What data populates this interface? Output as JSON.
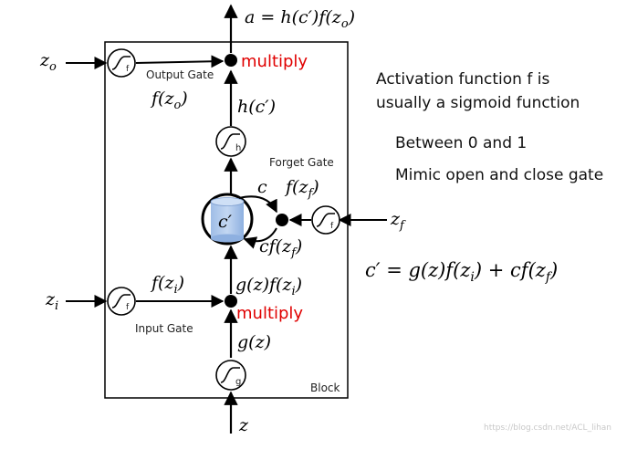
{
  "block": {
    "label": "Block"
  },
  "gates": {
    "output": {
      "label": "Output Gate",
      "glyph": "f",
      "input": "z",
      "input_sub": "o"
    },
    "forget": {
      "label": "Forget Gate",
      "glyph": "f",
      "input": "z",
      "input_sub": "f"
    },
    "input": {
      "label": "Input Gate",
      "glyph": "f",
      "input": "z",
      "input_sub": "i"
    }
  },
  "units": {
    "h": "h",
    "g": "g"
  },
  "labels": {
    "output_top": "a = h(c′)f(z",
    "output_top_sub": "o",
    "output_top_close": ")",
    "multiply_top": "multiply",
    "multiply_bottom": "multiply",
    "f_zo": "f(z",
    "f_zo_sub": "o",
    "f_zo_close": ")",
    "h_c": "h(c′)",
    "c": "c",
    "f_zf": "f(z",
    "f_zf_sub": "f",
    "f_zf_close": ")",
    "cell": "c′",
    "cf_zf": "cf(z",
    "cf_zf_sub": "f",
    "cf_zf_close": ")",
    "f_zi": "f(z",
    "f_zi_sub": "i",
    "f_zi_close": ")",
    "g_f": "g(z)f(z",
    "g_f_sub": "i",
    "g_f_close": ")",
    "g_z": "g(z)",
    "z_bottom": "z"
  },
  "notes": {
    "line1": "Activation function f is",
    "line2": "usually a sigmoid function",
    "line3": "Between 0 and 1",
    "line4": "Mimic open and close gate"
  },
  "equation": {
    "lhs": "c′ = g(z)f(z",
    "sub1": "i",
    "mid": ") + cf(z",
    "sub2": "f",
    "end": ")"
  },
  "watermark": "https://blog.csdn.net/ACL_lihan"
}
